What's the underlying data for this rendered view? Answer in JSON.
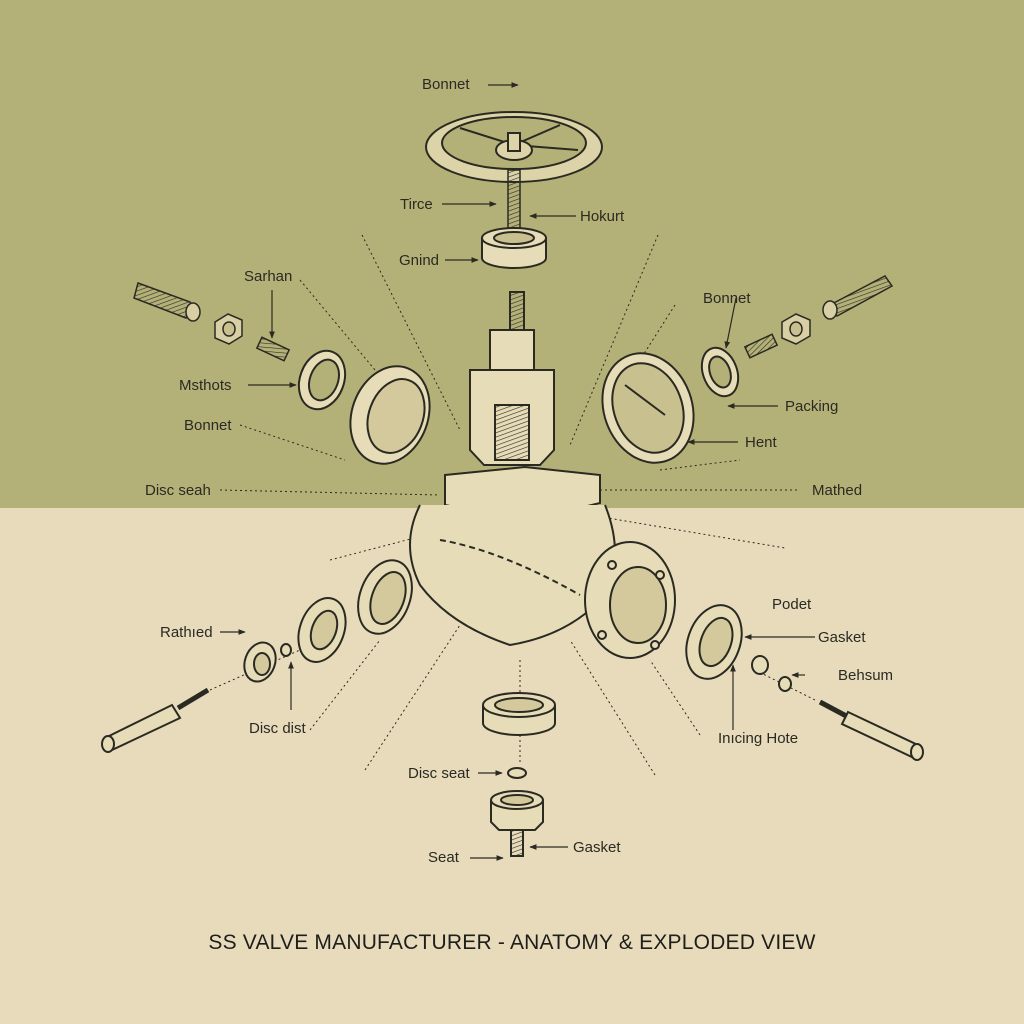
{
  "diagram": {
    "title": "SS VALVE MANUFACTURER - ANATOMY & EXPLODED VIEW",
    "colors": {
      "background_top": "#b4b178",
      "background_bottom": "#e8dbbc",
      "part_fill": "#e6dcb8",
      "line": "#2a2a22",
      "text": "#2a2a22"
    },
    "labels": {
      "top_bonnet": "Bonnet",
      "tirce": "Tirce",
      "hokurt": "Hokurt",
      "gnind": "Gnind",
      "sarhan": "Sarhan",
      "msthots": "Msthots",
      "left_bonnet": "Bonnet",
      "disc_seah": "Disc seah",
      "right_bonnet": "Bonnet",
      "packing": "Packing",
      "hent": "Hent",
      "mathed": "Mathed",
      "rathied": "Rathıed",
      "disc_dist": "Disc dist",
      "podet": "Podet",
      "gasket_right": "Gasket",
      "behsum": "Behsum",
      "incing_hote": "Inıcing Hote",
      "disc_seat": "Disc seat",
      "gasket_bottom": "Gasket",
      "seat": "Seat"
    }
  }
}
